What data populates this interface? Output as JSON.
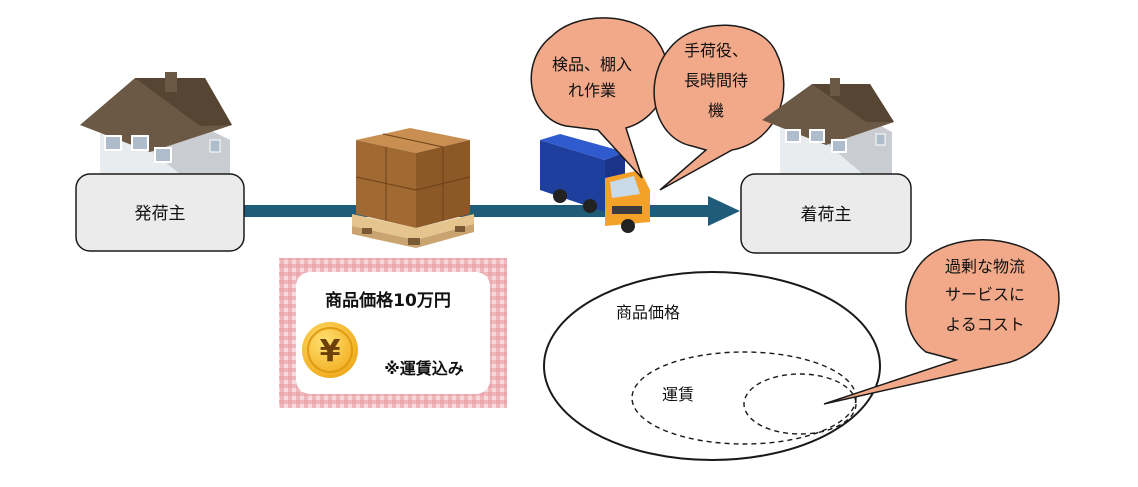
{
  "shipper": {
    "label": "発荷主"
  },
  "consignee": {
    "label": "着荷主"
  },
  "bubbles": {
    "inspection": {
      "line1": "検品、棚入",
      "line2": "れ作業"
    },
    "handling": {
      "line1": "手荷役、",
      "line2": "長時間待",
      "line3": "機"
    },
    "excess": {
      "line1": "過剰な物流",
      "line2": "サービスに",
      "line3": "よるコスト"
    }
  },
  "price_card": {
    "price_text": "商品価格10万円",
    "yen_symbol": "¥",
    "note": "※運賃込み"
  },
  "venn": {
    "outer_label": "商品価格",
    "inner_label": "運賃"
  },
  "colors": {
    "flow_arrow": "#1f5c7a",
    "bubble_fill": "#f2a98a",
    "box_fill": "#ebebeb",
    "card_border": "#d9707a",
    "coin": "#f3b920"
  }
}
